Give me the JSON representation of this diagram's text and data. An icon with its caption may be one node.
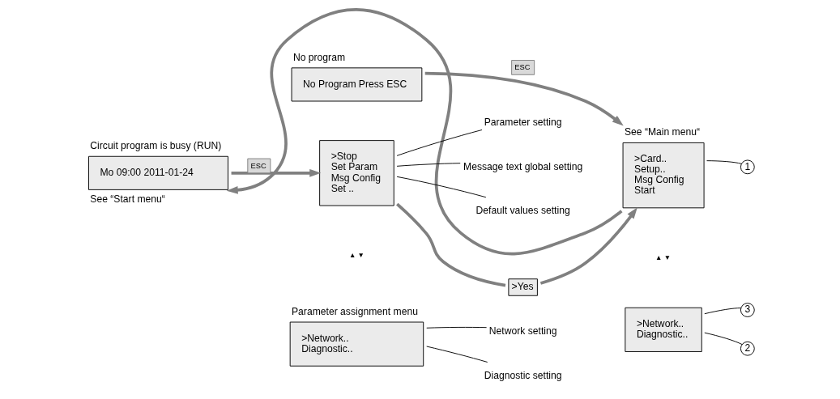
{
  "diagram": {
    "nodes": [
      {
        "text": [
          "Mo 09:00 2011-01-24"
        ],
        "beside": [
          "Circuit program is busy (RUN)",
          "See “Start menu“"
        ]
      },
      {
        "text": [
          "No Program Press ESC"
        ],
        "beside": [
          "No program"
        ]
      },
      {
        "text": [
          ">Stop",
          "Set Param",
          "Msg Config",
          "Set .."
        ]
      },
      {
        "text": [
          ">Yes"
        ]
      },
      {
        "text": [
          ">Card..",
          "Setup..",
          "Msg Config",
          "Start"
        ],
        "beside": [
          "See “Main menu“"
        ]
      },
      {
        "text": [
          ">Network..",
          "Diagnostic.."
        ]
      },
      {
        "text": [
          ">Network..",
          "Diagnostic.."
        ],
        "beside": [
          "Parameter assignment menu"
        ]
      },
      {
        "text": [
          "Parameter setting"
        ]
      },
      {
        "text": [
          "Message text global setting"
        ]
      },
      {
        "text": [
          "Default values setting"
        ]
      },
      {
        "text": [
          "Network setting"
        ]
      },
      {
        "text": [
          "Diagnostic setting"
        ]
      },
      {
        "text": [
          "1"
        ]
      },
      {
        "text": [
          "2"
        ]
      },
      {
        "text": [
          "3"
        ]
      }
    ],
    "edges": [
      {
        "from": 0,
        "to": 2,
        "arrow": "to",
        "label": "ESC",
        "style": "thick",
        "color": "#808080"
      },
      {
        "from": 1,
        "to": 4,
        "arrow": "to",
        "label": "ESC",
        "style": "thick",
        "color": "#808080"
      },
      {
        "from": 2,
        "to": 3,
        "arrow": "none",
        "style": "thick",
        "color": "#808080"
      },
      {
        "from": 3,
        "to": 4,
        "arrow": "to",
        "style": "thick",
        "color": "#808080"
      },
      {
        "from": 4,
        "to": 0,
        "arrow": "to",
        "style": "thick",
        "color": "#808080"
      },
      {
        "from": 7,
        "to": 2,
        "arrow": "none"
      },
      {
        "from": 8,
        "to": 2,
        "arrow": "none"
      },
      {
        "from": 9,
        "to": 2,
        "arrow": "none"
      },
      {
        "from": 10,
        "to": 6,
        "arrow": "none"
      },
      {
        "from": 11,
        "to": 6,
        "arrow": "none"
      },
      {
        "from": 12,
        "to": 4,
        "arrow": "none"
      },
      {
        "from": 13,
        "to": 5,
        "arrow": "none"
      },
      {
        "from": 14,
        "to": 5,
        "arrow": "none"
      }
    ],
    "labels": [
      "▲ ▼",
      "▲ ▼"
    ]
  }
}
